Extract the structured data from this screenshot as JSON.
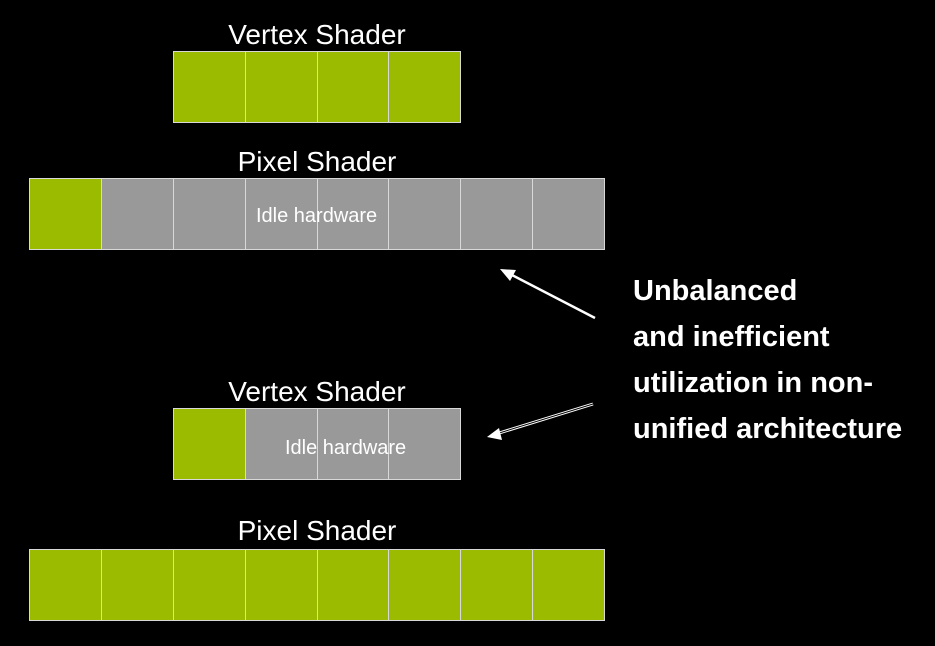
{
  "colors": {
    "active": "#9abb00",
    "idle": "#999999",
    "background": "#000000",
    "text": "#ffffff"
  },
  "top_diagram": {
    "vertex": {
      "label": "Vertex Shader",
      "cells": [
        "active",
        "active",
        "active",
        "active"
      ]
    },
    "pixel": {
      "label": "Pixel Shader",
      "cells": [
        "active",
        "idle",
        "idle",
        "idle",
        "idle",
        "idle",
        "idle",
        "idle"
      ],
      "idle_label": "Idle hardware"
    }
  },
  "bottom_diagram": {
    "vertex": {
      "label": "Vertex Shader",
      "cells": [
        "active",
        "idle",
        "idle",
        "idle"
      ],
      "idle_label": "Idle hardware"
    },
    "pixel": {
      "label": "Pixel Shader",
      "cells": [
        "active",
        "active",
        "active",
        "active",
        "active",
        "active",
        "active",
        "active"
      ]
    }
  },
  "callout": {
    "lines": [
      "Unbalanced",
      "and inefficient",
      "utilization in non-",
      "unified architecture"
    ]
  }
}
